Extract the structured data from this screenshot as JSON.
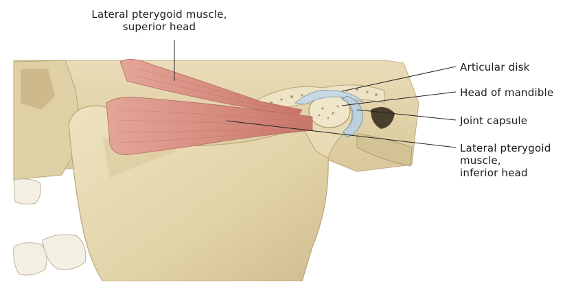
{
  "labels": {
    "superior_head": "Lateral pterygoid muscle,\nsuperior head",
    "articular_disk": "Articular disk",
    "head_of_mandible": "Head of mandible",
    "joint_capsule": "Joint capsule",
    "inferior_head": "Lateral pterygoid\nmuscle,\ninferior head"
  },
  "colors": {
    "bone": "#e4d6b0",
    "bone_shadow": "#c9b88c",
    "muscle": "#d98a7e",
    "disk": "#c8d8e4",
    "teeth": "#f3efe2",
    "leader_line": "#222222"
  }
}
